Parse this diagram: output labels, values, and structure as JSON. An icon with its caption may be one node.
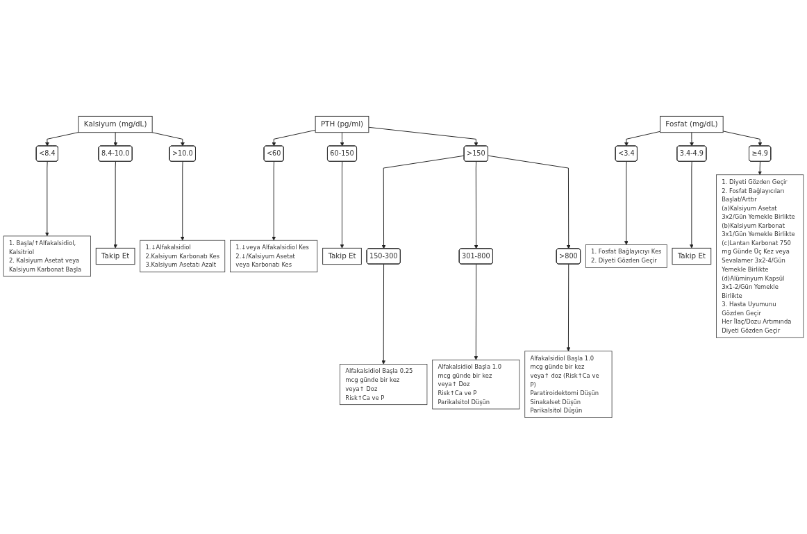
{
  "diagram": {
    "nodes": [
      {
        "text": [
          "Kalsiyum (mg/dL)"
        ]
      },
      {
        "text": [
          "PTH (pg/ml)"
        ]
      },
      {
        "text": [
          "Fosfat (mg/dL)"
        ]
      },
      {
        "text": [
          "<8.4"
        ]
      },
      {
        "text": [
          "8.4-10.0"
        ]
      },
      {
        "text": [
          ">10.0"
        ]
      },
      {
        "text": [
          "<60"
        ]
      },
      {
        "text": [
          "60-150"
        ]
      },
      {
        "text": [
          ">150"
        ]
      },
      {
        "text": [
          "<3.4"
        ]
      },
      {
        "text": [
          "3.4-4.9"
        ]
      },
      {
        "text": [
          "≥4.9"
        ]
      },
      {
        "text": [
          "Takip Et"
        ]
      },
      {
        "text": [
          "Takip Et"
        ]
      },
      {
        "text": [
          "Takip Et"
        ]
      },
      {
        "text": [
          "1. Başla/↑Alfakalsidiol, Kalsitriol",
          "2. Kalsiyum Asetat veya Kalsiyum Karbonat Başla"
        ]
      },
      {
        "text": [
          "1.↓Alfakalsidiol",
          "2.Kalsiyum Karbonatı Kes",
          "3.Kalsiyum Asetatı Azalt"
        ]
      },
      {
        "text": [
          "1.↓veya Alfakalsidiol Kes",
          "2.↓/Kalsiyum Asetat veya Karbonatı Kes"
        ]
      },
      {
        "text": [
          "1. Fosfat Bağlayıcıyı Kes",
          "2. Diyeti Gözden Geçir"
        ]
      },
      {
        "text": [
          "1. Diyeti Gözden Geçir",
          "2. Fosfat Bağlayıcıları Başlat/Arttır",
          "(a)Kalsiyum Asetat 3x2/Gün Yemekle Birlikte",
          "(b)Kalsiyum Karbonat 3x1/Gün Yemekle Birlikte",
          "(c)Lantan Karbonat 750 mg Günde Üç Kez veya Sevalamer 3x2-4/Gün Yemekle Birlikte",
          "(d)Alüminyum Kapsül 3x1-2/Gün Yemekle Birlikte",
          "3. Hasta Uyumunu Gözden Geçir",
          "Her İlaç/Dozu Artımında Diyeti Gözden Geçir"
        ]
      },
      {
        "text": [
          "150-300"
        ]
      },
      {
        "text": [
          "301-800"
        ]
      },
      {
        "text": [
          ">800"
        ]
      },
      {
        "text": [
          "Alfakalsidiol Başla 0.25 mcg günde bir kez veya↑ Doz",
          "Risk↑Ca ve P"
        ]
      },
      {
        "text": [
          "Alfakalsidiol Başla 1.0 mcg günde bir kez veya↑ Doz",
          "Risk↑Ca ve P",
          "Parikalsitol Düşün"
        ]
      },
      {
        "text": [
          "Alfakalsidiol Başla 1.0 mcg günde bir kez veya↑ doz (Risk↑Ca ve P)",
          "Paratiroidektomi Düşün",
          "Sinakalset Düşün",
          "Parikalsitol Düşün"
        ]
      }
    ],
    "edges": [
      {
        "from": 0,
        "to": 3,
        "arrow": "to"
      },
      {
        "from": 0,
        "to": 4,
        "arrow": "to"
      },
      {
        "from": 0,
        "to": 5,
        "arrow": "to"
      },
      {
        "from": 1,
        "to": 6,
        "arrow": "to"
      },
      {
        "from": 1,
        "to": 7,
        "arrow": "to"
      },
      {
        "from": 1,
        "to": 8,
        "arrow": "to"
      },
      {
        "from": 2,
        "to": 9,
        "arrow": "to"
      },
      {
        "from": 2,
        "to": 10,
        "arrow": "to"
      },
      {
        "from": 2,
        "to": 11,
        "arrow": "to"
      },
      {
        "from": 4,
        "to": 12,
        "arrow": "to"
      },
      {
        "from": 7,
        "to": 13,
        "arrow": "to"
      },
      {
        "from": 10,
        "to": 14,
        "arrow": "to"
      },
      {
        "from": 3,
        "to": 15,
        "arrow": "to"
      },
      {
        "from": 5,
        "to": 16,
        "arrow": "to"
      },
      {
        "from": 6,
        "to": 17,
        "arrow": "to"
      },
      {
        "from": 9,
        "to": 18,
        "arrow": "to"
      },
      {
        "from": 11,
        "to": 19,
        "arrow": "to"
      },
      {
        "from": 8,
        "to": 20,
        "arrow": "to"
      },
      {
        "from": 8,
        "to": 21,
        "arrow": "to"
      },
      {
        "from": 8,
        "to": 22,
        "arrow": "to"
      },
      {
        "from": 20,
        "to": 23,
        "arrow": "to"
      },
      {
        "from": 21,
        "to": 24,
        "arrow": "to"
      },
      {
        "from": 22,
        "to": 25,
        "arrow": "to"
      }
    ]
  }
}
